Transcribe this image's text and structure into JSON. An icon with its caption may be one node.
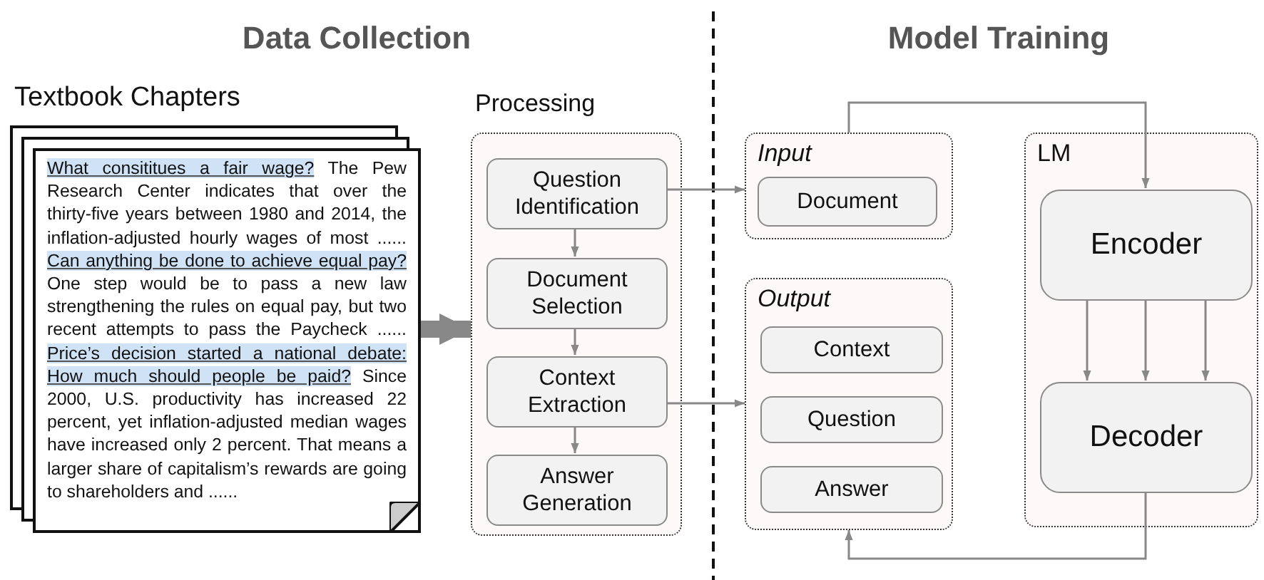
{
  "diagram": {
    "nodes": [
      {
        "text": [
          "Textbook Chapters",
          "What consititues a fair wage?",
          "The Pew Research Center indicates that over the thirty-five years between 1980 and 2014, the inflation-adjusted hourly wages of most ......",
          "Can anything be done to achieve equal pay?",
          "One step would be to pass a new law strengthening the rules on equal pay, but two recent attempts to pass the Paycheck ......",
          "Price’s decision started a national debate: How much should people be paid?",
          "Since 2000, U.S. productivity has increased 22 percent, yet inflation-adjusted median wages have increased only 2 percent. That means a larger share of capitalism’s rewards are going to shareholders and ......"
        ]
      },
      {
        "text": [
          "Processing"
        ]
      },
      {
        "text": [
          "Question Identification"
        ],
        "in": 1
      },
      {
        "text": [
          "Document Selection"
        ],
        "in": 1
      },
      {
        "text": [
          "Context Extraction"
        ],
        "in": 1
      },
      {
        "text": [
          "Answer Generation"
        ],
        "in": 1
      },
      {
        "text": [
          "Input"
        ]
      },
      {
        "text": [
          "Document"
        ],
        "in": 6
      },
      {
        "text": [
          "Output"
        ]
      },
      {
        "text": [
          "Context"
        ],
        "in": 8
      },
      {
        "text": [
          "Question"
        ],
        "in": 8
      },
      {
        "text": [
          "Answer"
        ],
        "in": 8
      },
      {
        "text": [
          "LM"
        ]
      },
      {
        "text": [
          "Encoder"
        ],
        "in": 12
      },
      {
        "text": [
          "Decoder"
        ],
        "in": 12
      }
    ],
    "edges": [
      {
        "from": 0,
        "to": 1,
        "arrow": "to",
        "style": "thick"
      },
      {
        "from": 2,
        "to": 3,
        "arrow": "to"
      },
      {
        "from": 3,
        "to": 4,
        "arrow": "to"
      },
      {
        "from": 4,
        "to": 5,
        "arrow": "to"
      },
      {
        "from": 2,
        "to": 6,
        "arrow": "to"
      },
      {
        "from": 4,
        "to": 8,
        "arrow": "to"
      },
      {
        "from": 6,
        "to": 13,
        "arrow": "to"
      },
      {
        "from": 13,
        "to": 14,
        "arrow": "to"
      },
      {
        "from": 13,
        "to": 14,
        "arrow": "to"
      },
      {
        "from": 13,
        "to": 14,
        "arrow": "to"
      },
      {
        "from": 14,
        "to": 8,
        "arrow": "to"
      }
    ],
    "labels": [
      "Data Collection",
      "Model Training"
    ]
  }
}
